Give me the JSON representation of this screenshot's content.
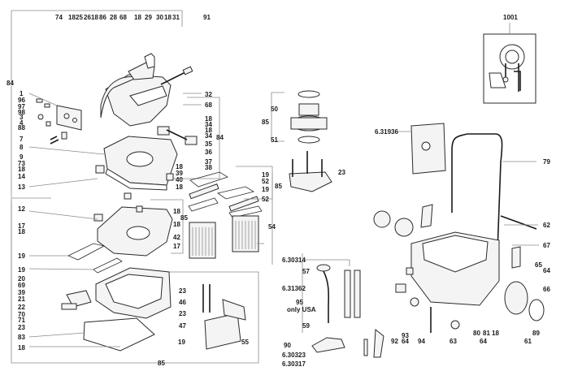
{
  "diagram": {
    "title": "Exploded spare parts diagram - wet/dry vacuum cleaner",
    "groups": {
      "motor_head": {
        "assembly_ref": "84"
      },
      "lower_head": {
        "assembly_ref": "85"
      },
      "motor": {
        "assembly_ref": "85"
      },
      "filters": {
        "assembly_ref": "85"
      },
      "accessories": {},
      "container": {},
      "detail_1001": {
        "ref": "1001"
      }
    },
    "labels": {
      "top_row": [
        "74",
        "18",
        "25",
        "26",
        "18",
        "86",
        "28",
        "68",
        "18",
        "29",
        "30",
        "18",
        "31"
      ],
      "l84": "84",
      "left_col_a": [
        "1",
        "96",
        "97",
        "98",
        "3",
        "4",
        "88",
        "7",
        "8",
        "9",
        "73",
        "18",
        "14",
        "13"
      ],
      "left_col_b": [
        "12",
        "17",
        "18"
      ],
      "left_col_c": [
        "19",
        "19",
        "20",
        "69",
        "39",
        "21",
        "22",
        "70",
        "71",
        "23",
        "83",
        "18"
      ],
      "l91": "91",
      "right_head": [
        "32",
        "68",
        "18",
        "34",
        "18",
        "34",
        "35",
        "36",
        "37",
        "38"
      ],
      "r84": "84",
      "lower_right": [
        "18",
        "39",
        "40",
        "18"
      ],
      "mid_right": [
        "18",
        "18",
        "42",
        "17"
      ],
      "m85": "85",
      "box_labels": [
        "23",
        "46",
        "23",
        "47",
        "19",
        "55"
      ],
      "b85": "85",
      "filter_labels": [
        "19",
        "52",
        "19",
        "52",
        "54"
      ],
      "f85": "85",
      "motor_labels": [
        "50",
        "85",
        "51",
        "23"
      ],
      "acc_labels": [
        "6.30314",
        "57",
        "6.31362",
        "95",
        "only USA",
        "59",
        "90",
        "6.30323",
        "6.30317"
      ],
      "bag": "6.31936",
      "handle": "79",
      "rod": "62",
      "clip": "67",
      "side": [
        "65",
        "64"
      ],
      "wheel": [
        "66",
        "89",
        "61"
      ],
      "bottom": [
        "92",
        "93",
        "64",
        "94",
        "63",
        "80",
        "81",
        "18",
        "64"
      ],
      "detail": "1001"
    }
  }
}
